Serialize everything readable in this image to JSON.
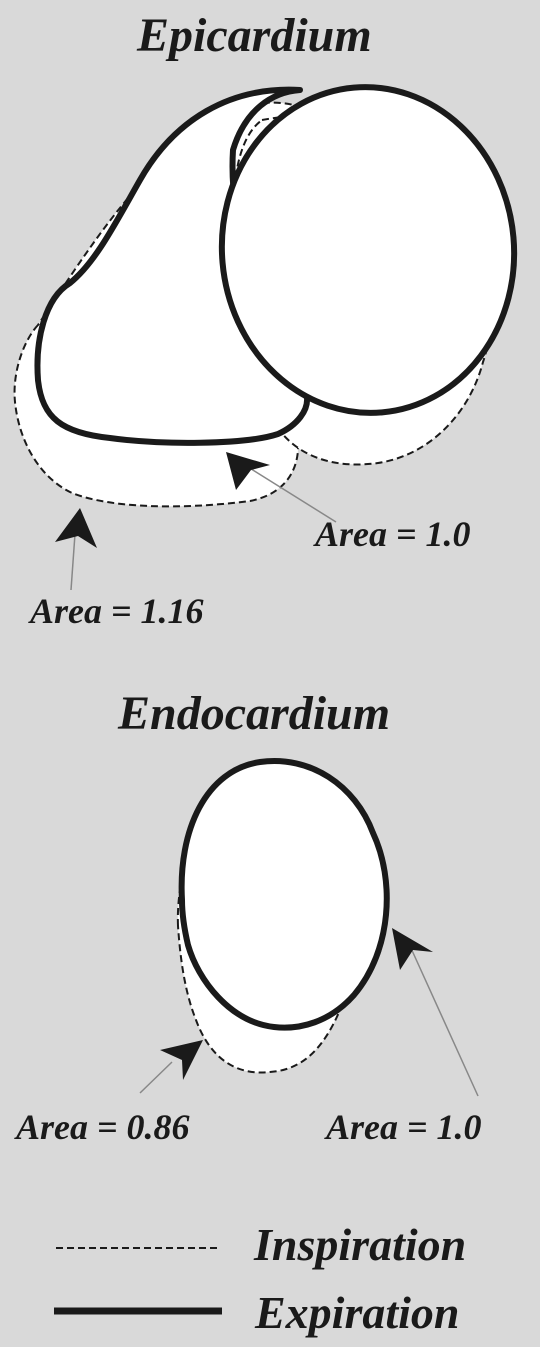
{
  "epicardium": {
    "title": "Epicardium",
    "expiration_area_label": "Area = 1.0",
    "inspiration_area_label": "Area = 1.16",
    "expiration_area": 1.0,
    "inspiration_area": 1.16
  },
  "endocardium": {
    "title": "Endocardium",
    "inspiration_area_label": "Area = 0.86",
    "expiration_area_label": "Area = 1.0",
    "inspiration_area": 0.86,
    "expiration_area": 1.0
  },
  "legend": {
    "inspiration": "Inspiration",
    "expiration": "Expiration"
  },
  "colors": {
    "background": "#d9d9d9",
    "fill": "#ffffff",
    "stroke": "#1a1a1a",
    "leader": "#888888"
  }
}
